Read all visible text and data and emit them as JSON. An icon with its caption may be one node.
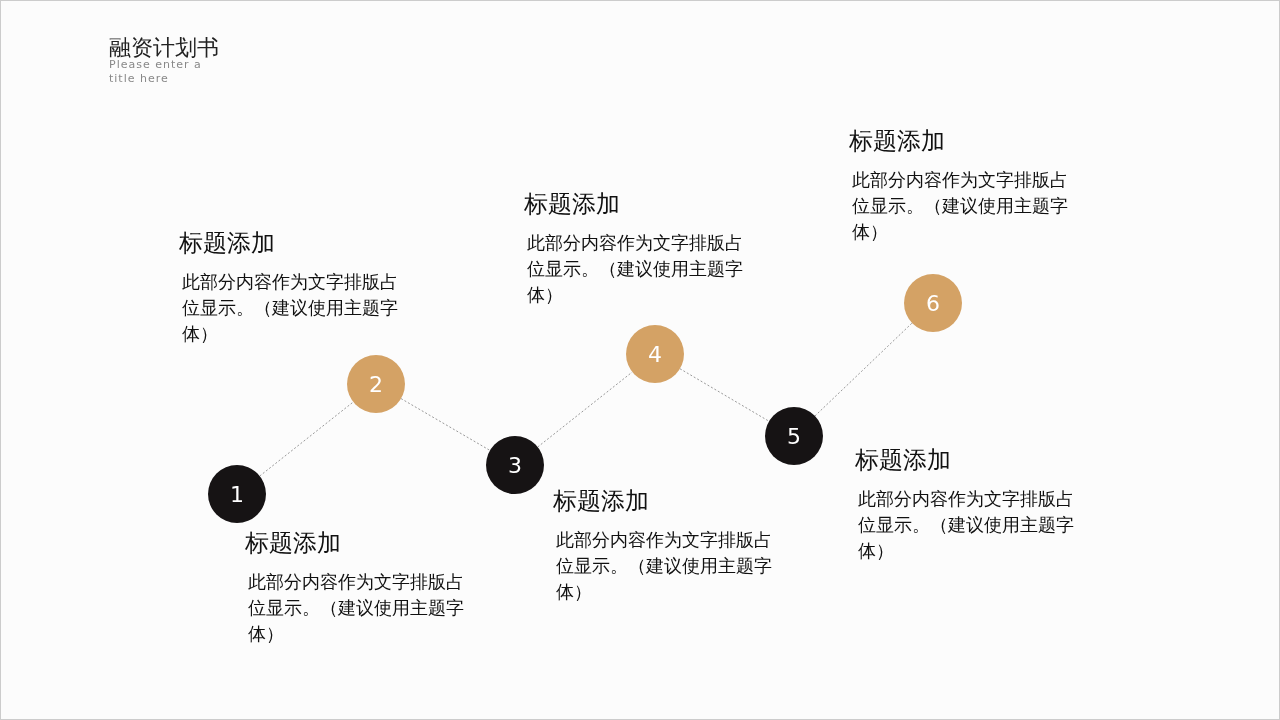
{
  "diagram": {
    "title": "融资计划书",
    "nodes": [
      {
        "text": [
          "1"
        ],
        "beside": [
          "标题添加",
          "此部分内容作为文字排版占位显示。（建议使用主题字体）"
        ]
      },
      {
        "text": [
          "2"
        ],
        "beside": [
          "标题添加",
          "此部分内容作为文字排版占位显示。（建议使用主题字体）"
        ]
      },
      {
        "text": [
          "3"
        ],
        "beside": [
          "标题添加",
          "此部分内容作为文字排版占位显示。（建议使用主题字体）"
        ]
      },
      {
        "text": [
          "4"
        ],
        "beside": [
          "标题添加",
          "此部分内容作为文字排版占位显示。（建议使用主题字体）"
        ]
      },
      {
        "text": [
          "5"
        ],
        "beside": [
          "标题添加",
          "此部分内容作为文字排版占位显示。（建议使用主题字体）"
        ]
      },
      {
        "text": [
          "6"
        ],
        "beside": [
          "标题添加",
          "此部分内容作为文字排版占位显示。（建议使用主题字体）"
        ]
      }
    ],
    "edges": [
      {
        "from": 0,
        "to": 1,
        "arrow": "none",
        "style": "dashed"
      },
      {
        "from": 1,
        "to": 2,
        "arrow": "none",
        "style": "dashed"
      },
      {
        "from": 2,
        "to": 3,
        "arrow": "none",
        "style": "dashed"
      },
      {
        "from": 3,
        "to": 4,
        "arrow": "none",
        "style": "dashed"
      },
      {
        "from": 4,
        "to": 5,
        "arrow": "none",
        "style": "dashed"
      }
    ],
    "labels": [
      "Please enter a title here"
    ]
  }
}
